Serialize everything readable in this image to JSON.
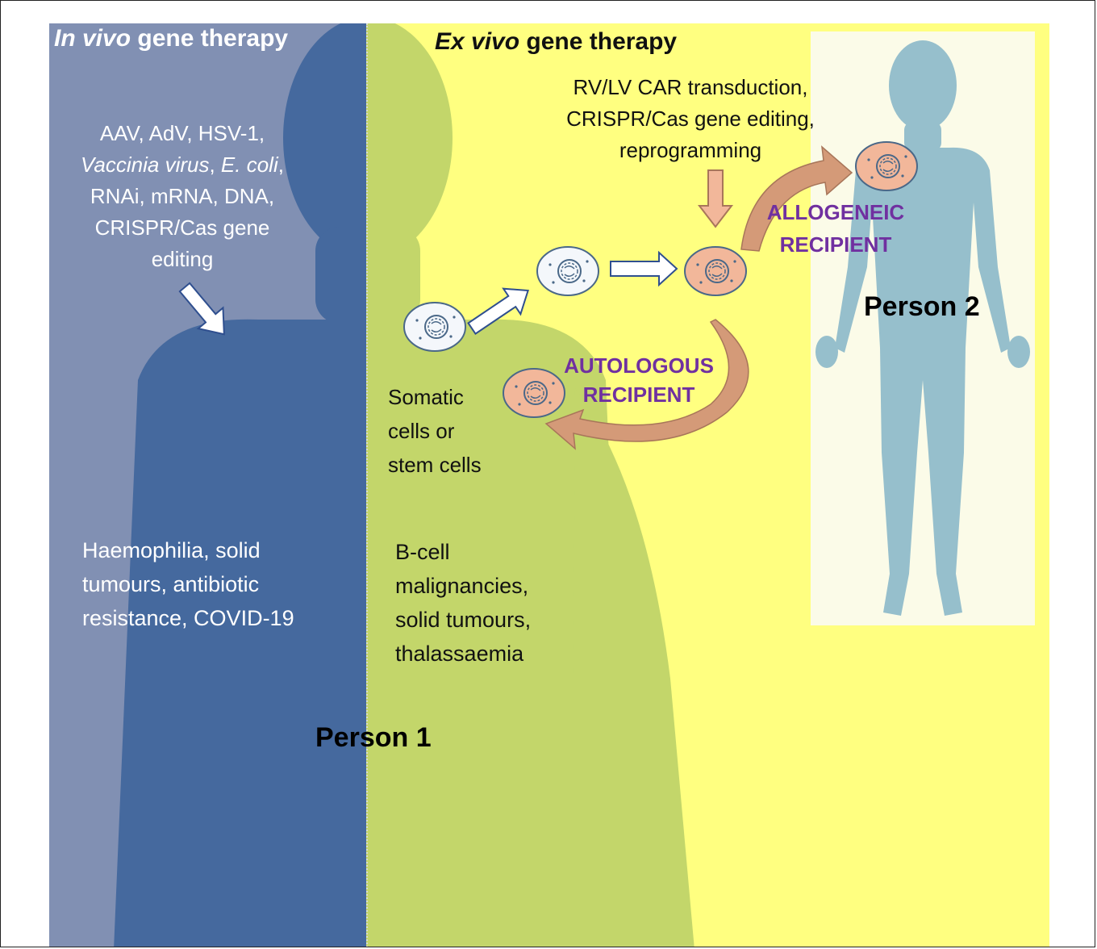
{
  "in_vivo": {
    "title_italic": "In vivo",
    "title_rest": " gene therapy",
    "vectors": [
      "AAV, AdV, HSV-1,",
      "Vaccinia virus",
      ", ",
      "E. coli",
      ",",
      "RNAi, mRNA, DNA,",
      "CRISPR/Cas gene",
      "editing"
    ],
    "diseases": [
      "Haemophilia, solid",
      "tumours, antibiotic",
      "resistance, COVID-19"
    ]
  },
  "ex_vivo": {
    "title_italic": "Ex vivo",
    "title_rest": " gene therapy",
    "methods": [
      "RV/LV CAR transduction,",
      "CRISPR/Cas gene editing,",
      "reprogramming"
    ],
    "cell_source": [
      "Somatic",
      "cells or",
      "stem cells"
    ],
    "diseases": [
      "B-cell",
      "malignancies,",
      "solid tumours,",
      "thalassaemia"
    ],
    "autologous": [
      "AUTOLOGOUS",
      "RECIPIENT"
    ],
    "allogeneic": [
      "ALLOGENEIC",
      "RECIPIENT"
    ]
  },
  "person1": "Person 1",
  "person2": "Person 2",
  "colors": {
    "in_vivo_panel": "#8190b3",
    "ex_vivo_panel": "#ffff80",
    "person1_body": "#45699e",
    "person2_body": "#96bfcc",
    "modified_cell": "#f2b79a",
    "curved_arrow": "#d49a78",
    "label_purple": "#7030a0"
  }
}
